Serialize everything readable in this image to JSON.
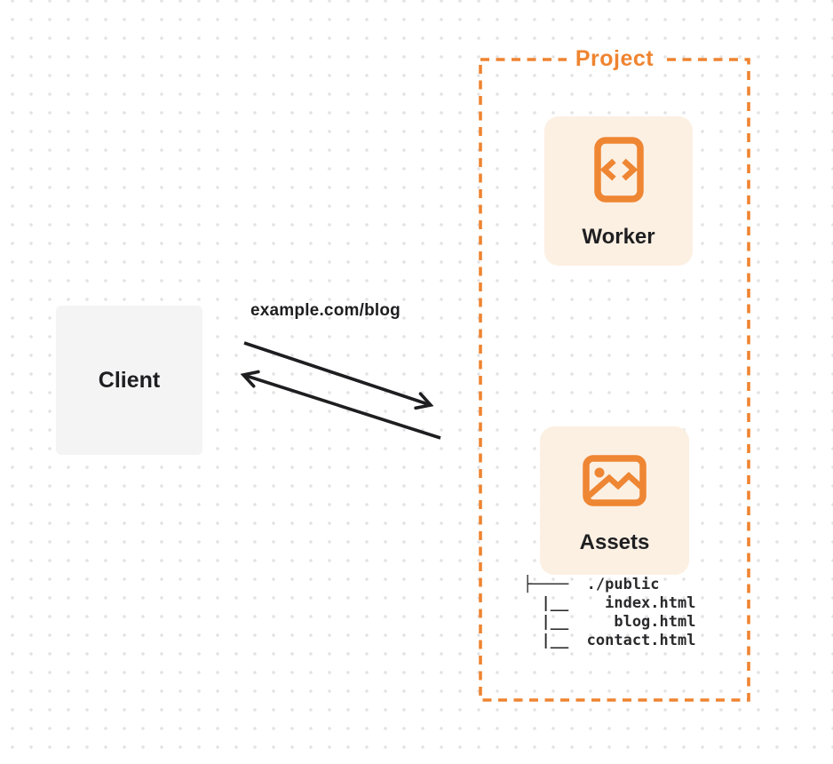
{
  "colors": {
    "accent_orange": "#ef8430",
    "card_cream": "#fcf0e3",
    "client_gray": "#f4f4f5",
    "ink": "#1f1f21",
    "dot_grid": "#e2e2e4"
  },
  "diagram": {
    "project": {
      "label": "Project"
    },
    "worker": {
      "label": "Worker",
      "icon": "code-document-icon"
    },
    "assets": {
      "label": "Assets",
      "icon": "image-icon"
    },
    "client": {
      "label": "Client"
    },
    "request_label": "example.com/blog",
    "file_tree": {
      "lines": [
        "├────  ./public",
        "  |__    index.html",
        "  |__     blog.html",
        "  |__  contact.html"
      ]
    }
  }
}
